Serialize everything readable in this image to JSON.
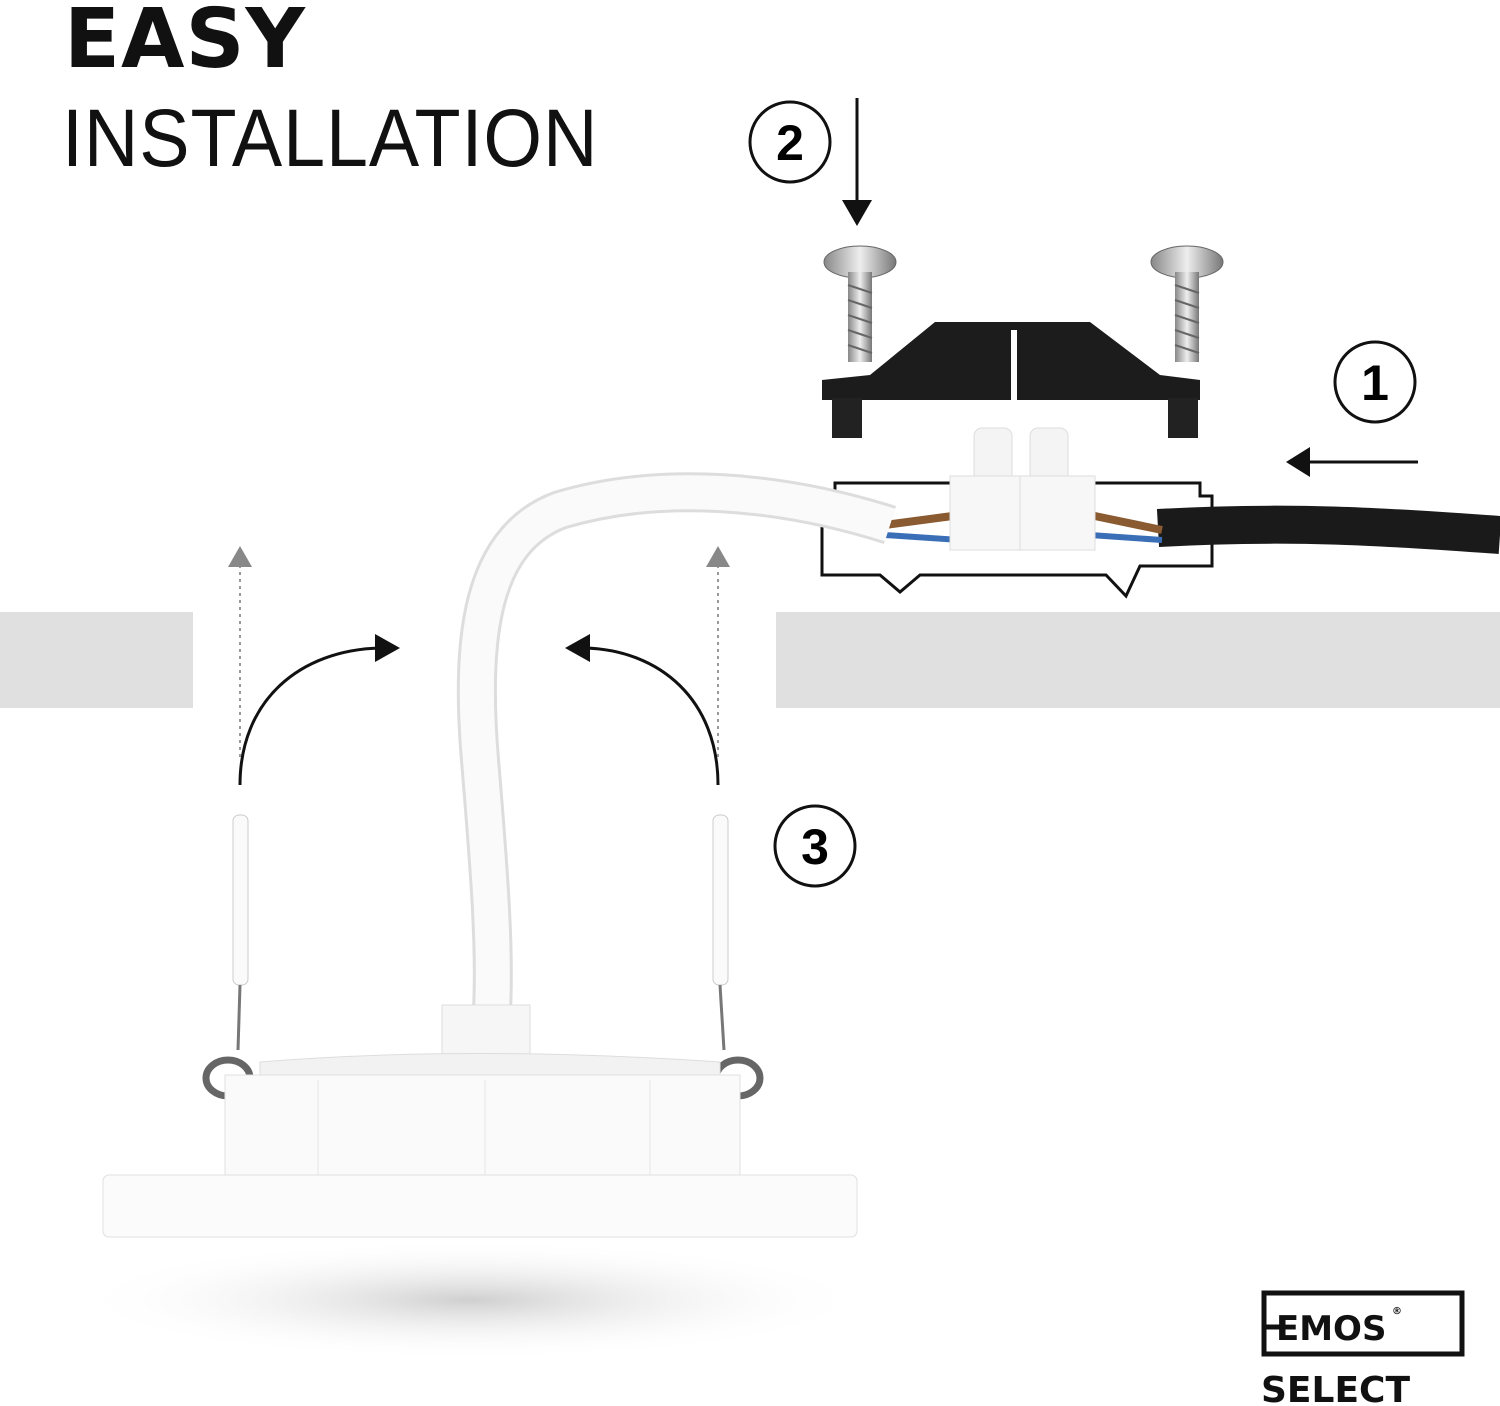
{
  "title": {
    "line1": "EASY",
    "line2": "INSTALLATION"
  },
  "steps": [
    "1",
    "2",
    "3"
  ],
  "logo": {
    "brand": "EMOS",
    "sub": "SELECT",
    "mark": "®"
  },
  "colors": {
    "ceiling": "#e0e0e0",
    "bracket": "#1c1c1c",
    "cable_black": "#1a1a1a",
    "wire_brown": "#8a5a30",
    "wire_blue": "#3a6fb8"
  }
}
